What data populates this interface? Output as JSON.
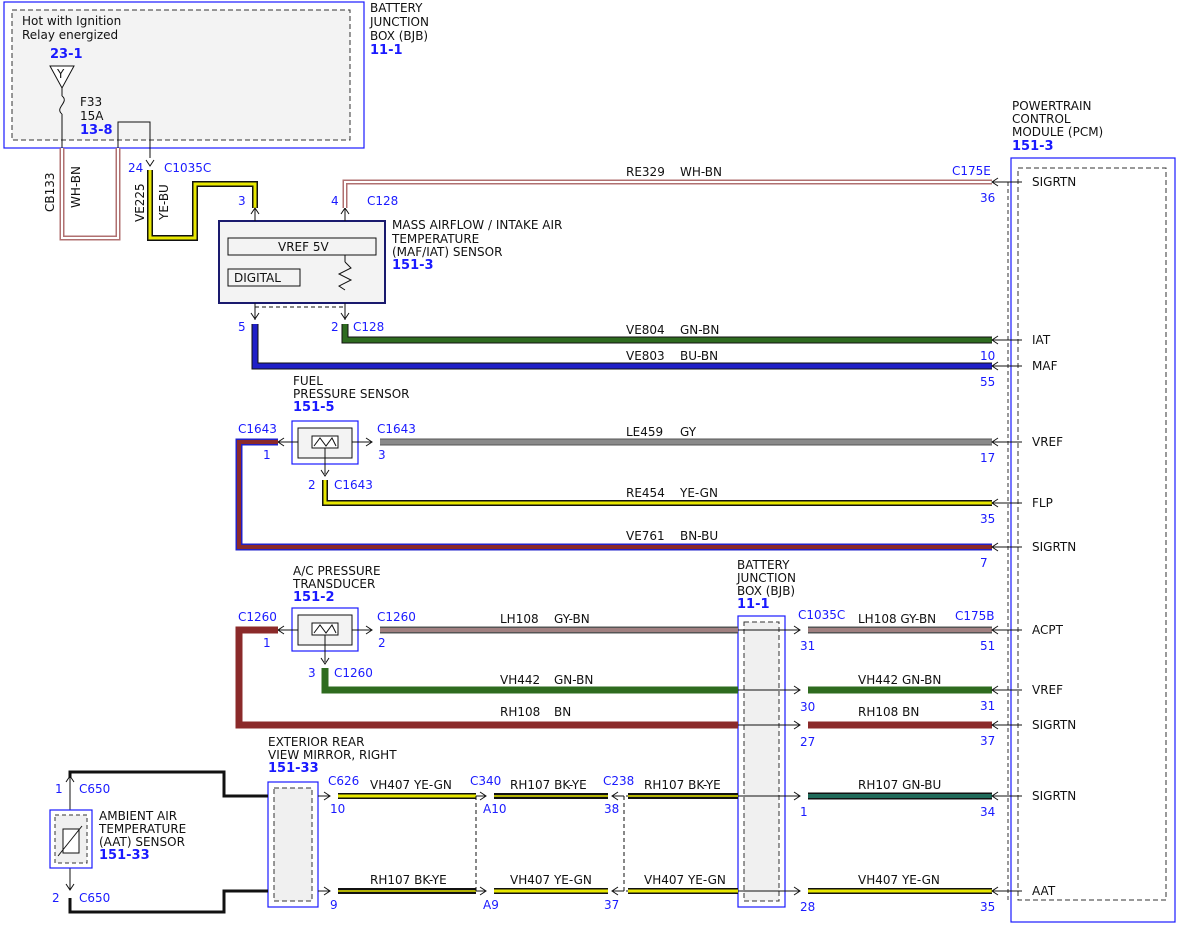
{
  "bjb_top": {
    "note_line1": "Hot with Ignition",
    "note_line2": "Relay energized",
    "ref_23_1": "23-1",
    "relay_letter": "Y",
    "fuse_name": "F33",
    "fuse_rating": "15A",
    "fuse_ref": "13-8",
    "title_line1": "BATTERY",
    "title_line2": "JUNCTION",
    "title_line3": "BOX (BJB)",
    "ref": "11-1"
  },
  "pcm": {
    "title_line1": "POWERTRAIN",
    "title_line2": "CONTROL",
    "title_line3": "MODULE (PCM)",
    "ref": "151-3",
    "pins": [
      {
        "label": "SIGRTN",
        "pin": "36"
      },
      {
        "label": "IAT",
        "pin": "10"
      },
      {
        "label": "MAF",
        "pin": "55"
      },
      {
        "label": "VREF",
        "pin": "17"
      },
      {
        "label": "FLP",
        "pin": "35"
      },
      {
        "label": "SIGRTN",
        "pin": "7"
      },
      {
        "label": "ACPT",
        "pin": "51"
      },
      {
        "label": "VREF",
        "pin": "31"
      },
      {
        "label": "SIGRTN",
        "pin": "37"
      },
      {
        "label": "SIGRTN",
        "pin": "34"
      },
      {
        "label": "AAT",
        "pin": "35"
      }
    ],
    "connectors": {
      "c175e": "C175E",
      "c175b": "C175B"
    }
  },
  "maf": {
    "title_line1": "MASS AIRFLOW / INTAKE AIR",
    "title_line2": "TEMPERATURE",
    "title_line3": "(MAF/IAT) SENSOR",
    "ref": "151-3",
    "vref": "VREF 5V",
    "digital": "DIGITAL",
    "pin3": "3",
    "pin4": "4",
    "pin5": "5",
    "pin2": "2",
    "c128_top": "C128",
    "c128_bot": "C128"
  },
  "fuel": {
    "title_line1": "FUEL",
    "title_line2": "PRESSURE SENSOR",
    "ref": "151-5",
    "conn_left": "C1643",
    "conn_right": "C1643",
    "conn_bottom": "C1643",
    "pin1": "1",
    "pin3": "3",
    "pin2": "2"
  },
  "ac": {
    "title_line1": "A/C PRESSURE",
    "title_line2": "TRANSDUCER",
    "ref": "151-2",
    "conn_left": "C1260",
    "conn_right": "C1260",
    "conn_bottom": "C1260",
    "pin1": "1",
    "pin2": "2",
    "pin3": "3"
  },
  "bjb_mid": {
    "title_line1": "BATTERY",
    "title_line2": "JUNCTION",
    "title_line3": "BOX (BJB)",
    "ref": "11-1",
    "conn": "C1035C",
    "pins": [
      "31",
      "30",
      "27",
      "1",
      "28"
    ]
  },
  "mirror": {
    "title_line1": "EXTERIOR REAR",
    "title_line2": "VIEW MIRROR, RIGHT",
    "ref": "151-33",
    "conn": "C626",
    "pin_top": "10",
    "pin_bot": "9"
  },
  "aat": {
    "title_line1": "AMBIENT AIR",
    "title_line2": "TEMPERATURE",
    "title_line3": "(AAT) SENSOR",
    "ref": "151-33",
    "conn_top": "C650",
    "conn_bot": "C650",
    "pin1": "1",
    "pin2": "2"
  },
  "inline": {
    "c340": "C340",
    "a10": "A10",
    "a9": "A9",
    "c238": "C238",
    "p38": "38",
    "p37": "37"
  },
  "top_wires": {
    "c1035c": "C1035C",
    "pin24": "24",
    "cb133": "CB133",
    "wh_bn": "WH-BN",
    "ve225": "VE225",
    "ye_bu": "YE-BU"
  },
  "wires": {
    "re329": {
      "circuit": "RE329",
      "color": "WH-BN"
    },
    "ve804": {
      "circuit": "VE804",
      "color": "GN-BN"
    },
    "ve803": {
      "circuit": "VE803",
      "color": "BU-BN"
    },
    "le459": {
      "circuit": "LE459",
      "color": "GY"
    },
    "re454": {
      "circuit": "RE454",
      "color": "YE-GN"
    },
    "ve761": {
      "circuit": "VE761",
      "color": "BN-BU"
    },
    "lh108a": {
      "circuit": "LH108",
      "color": "GY-BN"
    },
    "lh108b": {
      "text": "LH108  GY-BN"
    },
    "vh442a": {
      "circuit": "VH442",
      "color": "GN-BN"
    },
    "vh442b": {
      "text": "VH442  GN-BN"
    },
    "rh108a": {
      "circuit": "RH108",
      "color": "BN"
    },
    "rh108b": {
      "text": "RH108  BN"
    },
    "vh407_1": {
      "text": "VH407  YE-GN"
    },
    "rh107_1": {
      "text": "RH107  BK-YE"
    },
    "rh107_2": {
      "text": "RH107  BK-YE"
    },
    "rh107_3": {
      "text": "RH107  GN-BU"
    },
    "rh107_4": {
      "text": "RH107  BK-YE"
    },
    "vh407_2": {
      "text": "VH407  YE-GN"
    },
    "vh407_3": {
      "text": "VH407  YE-GN"
    },
    "vh407_4": {
      "text": "VH407  YE-GN"
    }
  },
  "colors": {
    "blue": "#1a1aff",
    "green": "#2e6b1f",
    "wire_blue": "#2020c8",
    "gray": "#8a8a8a",
    "yellow": "#e8e800",
    "brown": "#8b2a2a",
    "teal": "#1f6b5a",
    "black": "#111111"
  }
}
